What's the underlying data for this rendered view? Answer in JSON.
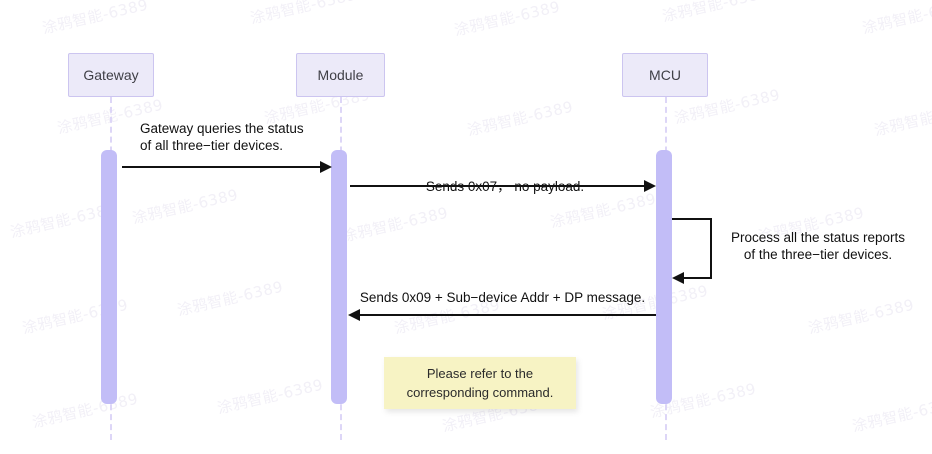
{
  "diagram": {
    "type": "sequence-diagram",
    "title": "",
    "background_color": "#ffffff",
    "accent_color": "#c2bdf7",
    "header_fill": "#eceaf9",
    "header_border": "#ccc5f0",
    "note_fill": "#f7f3c4",
    "line_color": "#111111"
  },
  "participants": [
    {
      "id": "gateway",
      "label": "Gateway"
    },
    {
      "id": "module",
      "label": "Module"
    },
    {
      "id": "mcu",
      "label": "MCU"
    }
  ],
  "messages": [
    {
      "id": "m1",
      "from": "gateway",
      "to": "module",
      "direction": "right",
      "label": "Gateway queries the status\nof all three−tier devices.",
      "align": "left"
    },
    {
      "id": "m2",
      "from": "module",
      "to": "mcu",
      "direction": "right",
      "label": "Sends 0x07， no payload.",
      "align": "center"
    },
    {
      "id": "m3",
      "from": "mcu",
      "to": "mcu",
      "direction": "self",
      "label": "Process all the status reports\nof the three−tier devices.",
      "align": "center"
    },
    {
      "id": "m4",
      "from": "mcu",
      "to": "module",
      "direction": "left",
      "label": "Sends 0x09 + Sub−device Addr + DP message.",
      "align": "center"
    }
  ],
  "notes": [
    {
      "id": "n1",
      "attached_to": "module",
      "text": "Please refer to the\ncorresponding command."
    }
  ],
  "watermarks": [
    {
      "text": "涂鸦智能-6389"
    }
  ]
}
